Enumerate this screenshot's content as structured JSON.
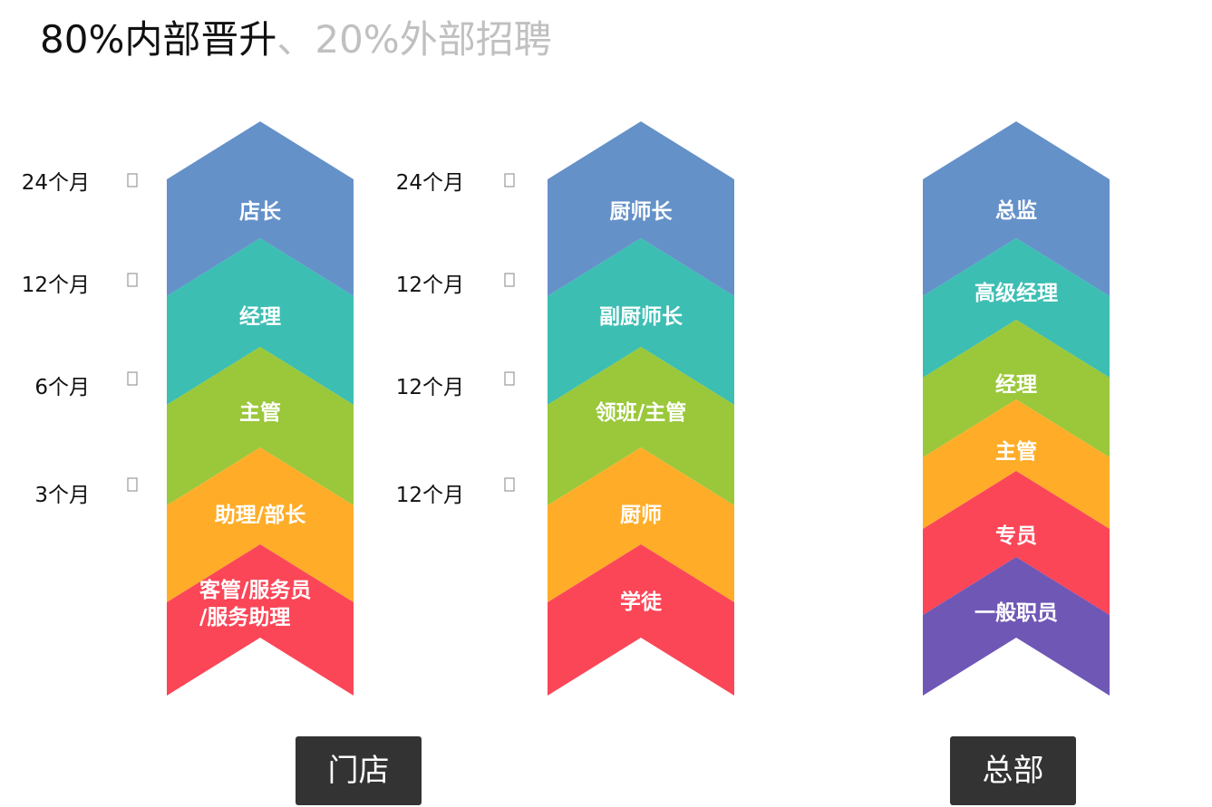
{
  "title": {
    "main": "80%内部晋升",
    "sub": "、20%外部招聘"
  },
  "columns": [
    {
      "durations": [
        "24个月",
        "12个月",
        "6个月",
        "3个月"
      ],
      "stages": [
        {
          "label": "店长",
          "color": "#6591c9"
        },
        {
          "label": "经理",
          "color": "#3cbeb3"
        },
        {
          "label": "主管",
          "color": "#9ac83a"
        },
        {
          "label": "助理/部长",
          "color": "#ffad29"
        },
        {
          "label": "客管/服务员\n/服务助理",
          "color": "#fb4658"
        }
      ]
    },
    {
      "durations": [
        "24个月",
        "12个月",
        "12个月",
        "12个月"
      ],
      "stages": [
        {
          "label": "厨师长",
          "color": "#6591c9"
        },
        {
          "label": "副厨师长",
          "color": "#3cbeb3"
        },
        {
          "label": "领班/主管",
          "color": "#9ac83a"
        },
        {
          "label": "厨师",
          "color": "#ffad29"
        },
        {
          "label": "学徒",
          "color": "#fb4658"
        }
      ]
    },
    {
      "durations": [],
      "stages": [
        {
          "label": "总监",
          "color": "#6591c9"
        },
        {
          "label": "高级经理",
          "color": "#3cbeb3"
        },
        {
          "label": "经理",
          "color": "#9ac83a"
        },
        {
          "label": "主管",
          "color": "#ffad29"
        },
        {
          "label": "专员",
          "color": "#fb4658"
        },
        {
          "label": "一般职员",
          "color": "#6f57b5"
        }
      ]
    }
  ],
  "buttons": {
    "store": "门店",
    "headquarters": "总部"
  }
}
